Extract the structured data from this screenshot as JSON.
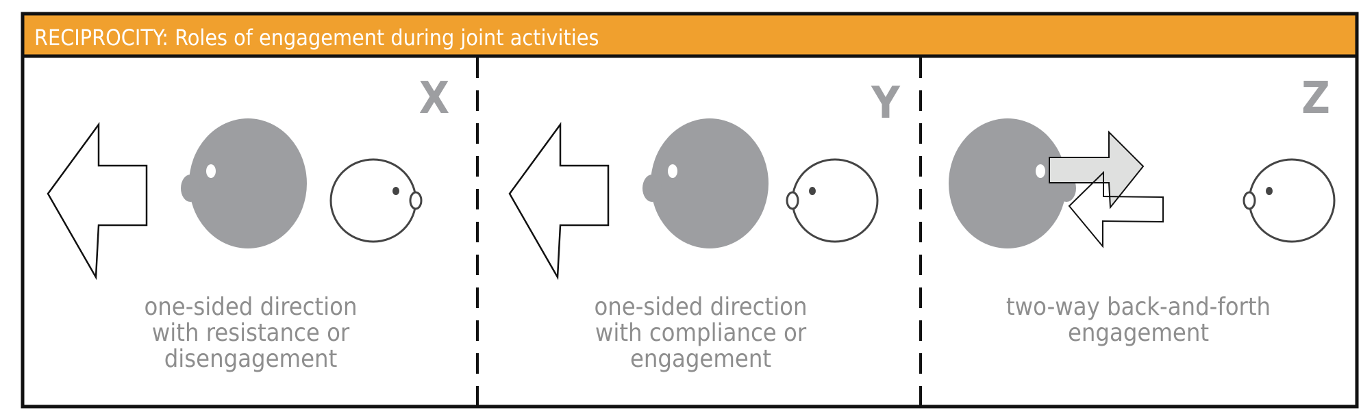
{
  "header": {
    "title": "RECIPROCITY: Roles of engagement during joint activities"
  },
  "colors": {
    "header_bg": "#F0A02E",
    "adult_head": "#9D9EA1",
    "caption": "#8E8E8E",
    "arrow_fill": "#DFE0DF"
  },
  "panels": [
    {
      "letter": "X",
      "caption": [
        "one-sided direction",
        "with resistance or",
        "disengagement"
      ]
    },
    {
      "letter": "Y",
      "caption": [
        "one-sided direction",
        "with compliance or",
        "engagement"
      ]
    },
    {
      "letter": "Z",
      "caption": [
        "two-way back-and-forth",
        "engagement"
      ]
    }
  ]
}
